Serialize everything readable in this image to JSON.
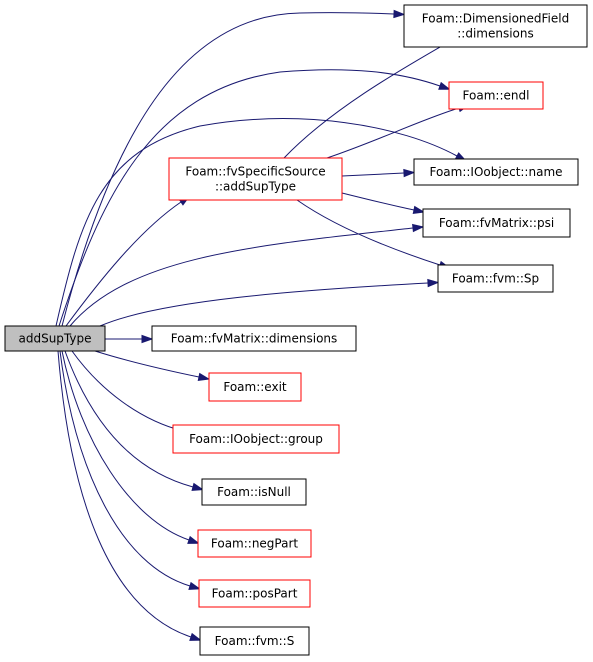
{
  "graph": {
    "colors": {
      "edge": "#191970",
      "red_border": "#ff0000",
      "black_border": "#000000",
      "root_fill": "#bfbfbf"
    },
    "nodes": {
      "addSupType": {
        "lines": [
          "addSupType"
        ],
        "style": "root"
      },
      "fvSpecificSource": {
        "lines": [
          "Foam::fvSpecificSource",
          "::addSupType"
        ],
        "style": "red"
      },
      "dimensionedField": {
        "lines": [
          "Foam::DimensionedField",
          "::dimensions"
        ],
        "style": "black"
      },
      "endl": {
        "lines": [
          "Foam::endl"
        ],
        "style": "red"
      },
      "ioobjectName": {
        "lines": [
          "Foam::IOobject::name"
        ],
        "style": "black"
      },
      "fvMatrixPsi": {
        "lines": [
          "Foam::fvMatrix::psi"
        ],
        "style": "black"
      },
      "fvmSp": {
        "lines": [
          "Foam::fvm::Sp"
        ],
        "style": "black"
      },
      "fvMatrixDimensions": {
        "lines": [
          "Foam::fvMatrix::dimensions"
        ],
        "style": "black"
      },
      "exit": {
        "lines": [
          "Foam::exit"
        ],
        "style": "red"
      },
      "ioobjectGroup": {
        "lines": [
          "Foam::IOobject::group"
        ],
        "style": "red"
      },
      "isNull": {
        "lines": [
          "Foam::isNull"
        ],
        "style": "black"
      },
      "negPart": {
        "lines": [
          "Foam::negPart"
        ],
        "style": "red"
      },
      "posPart": {
        "lines": [
          "Foam::posPart"
        ],
        "style": "red"
      },
      "fvmS": {
        "lines": [
          "Foam::fvm::S"
        ],
        "style": "black"
      }
    },
    "edges": [
      {
        "from": "addSupType",
        "to": "dimensionedField"
      },
      {
        "from": "addSupType",
        "to": "endl"
      },
      {
        "from": "addSupType",
        "to": "ioobjectName"
      },
      {
        "from": "addSupType",
        "to": "fvSpecificSource"
      },
      {
        "from": "addSupType",
        "to": "fvMatrixPsi"
      },
      {
        "from": "addSupType",
        "to": "fvmSp"
      },
      {
        "from": "addSupType",
        "to": "fvMatrixDimensions"
      },
      {
        "from": "addSupType",
        "to": "exit"
      },
      {
        "from": "addSupType",
        "to": "ioobjectGroup"
      },
      {
        "from": "addSupType",
        "to": "isNull"
      },
      {
        "from": "addSupType",
        "to": "negPart"
      },
      {
        "from": "addSupType",
        "to": "posPart"
      },
      {
        "from": "addSupType",
        "to": "fvmS"
      },
      {
        "from": "fvSpecificSource",
        "to": "dimensionedField"
      },
      {
        "from": "fvSpecificSource",
        "to": "endl"
      },
      {
        "from": "fvSpecificSource",
        "to": "ioobjectName"
      },
      {
        "from": "fvSpecificSource",
        "to": "fvMatrixPsi"
      },
      {
        "from": "fvSpecificSource",
        "to": "fvmSp"
      }
    ]
  }
}
